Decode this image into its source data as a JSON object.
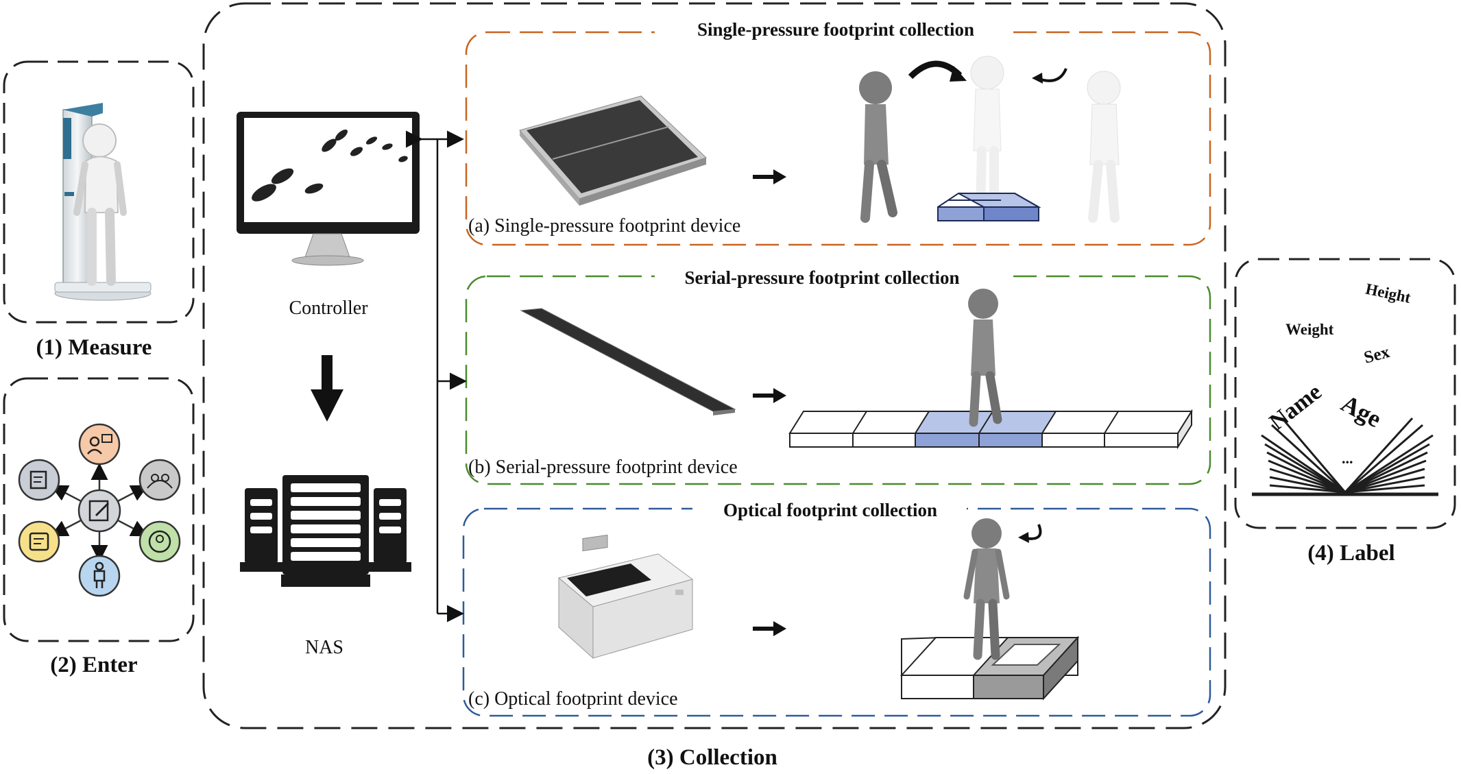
{
  "sections": {
    "measure": "(1) Measure",
    "enter": "(2) Enter",
    "collection": "(3) Collection",
    "label": "(4) Label"
  },
  "controller": {
    "label": "Controller"
  },
  "nas": {
    "label": "NAS"
  },
  "panels": [
    {
      "title": "Single-pressure footprint collection",
      "caption": "(a) Single-pressure footprint device",
      "border_color": "#c8641e"
    },
    {
      "title": "Serial-pressure footprint collection",
      "caption": "(b) Serial-pressure footprint device",
      "border_color": "#4b8a2c"
    },
    {
      "title": "Optical footprint collection",
      "caption": "(c) Optical footprint device",
      "border_color": "#2f5a9a"
    }
  ],
  "label_words": {
    "height": "Height",
    "weight": "Weight",
    "sex": "Sex",
    "name": "Name",
    "age": "Age",
    "ellipsis": "..."
  },
  "colors": {
    "pressure_plate": "#b7c6e8",
    "optical_plate": "#bdbdbd",
    "enter_top": "#f6c9a8",
    "enter_left_top": "#c8cdd6",
    "enter_left_bottom": "#f7e08a",
    "enter_right_top": "#c9c9c9",
    "enter_right_bottom": "#bfe0a8",
    "enter_bottom": "#b8d6ef"
  },
  "icons": [
    "height-scale-icon",
    "person-icon",
    "monitor-icon",
    "footprints-icon",
    "server-icon",
    "pressure-mat-icon",
    "walkway-icon",
    "optical-device-icon",
    "rotate-arrow-icon",
    "book-icon"
  ]
}
